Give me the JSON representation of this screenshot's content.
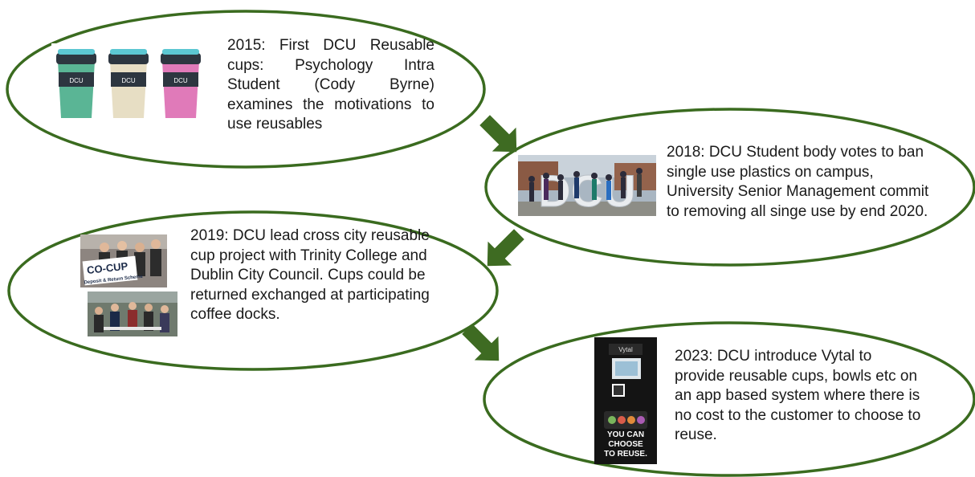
{
  "colors": {
    "ellipse_stroke": "#3a6b1f",
    "arrow_fill": "#3e6b22",
    "background": "#ffffff"
  },
  "events": [
    {
      "text": "2015: First DCU Reusable cups: Psychology Intra Student (Cody Byrne) examines the motivations to use reusables",
      "image": {
        "subject": "three DCU reusable coffee cups (teal, cream, pink)",
        "lettering": "DCU"
      }
    },
    {
      "text": "2018: DCU Student body votes to ban single use plastics on campus, University Senior Management commit to removing all singe use by end 2020.",
      "image": {
        "subject": "students jumping in front of large DCU letters",
        "lettering": "DCU"
      }
    },
    {
      "text": "2019: DCU lead cross city reusable cup project with Trinity College and Dublin City Council. Cups could be returned exchanged at participating coffee docks.",
      "image": {
        "subject": "CO-CUP launch photos: group with sign and group at a table",
        "lettering": "CO-CUP Deposit & Return Scheme"
      }
    },
    {
      "text": "2023: DCU introduce Vytal to provide reusable cups, bowls etc on an app based system where there is no cost to the customer to choose to reuse.",
      "image": {
        "subject": "Vytal return kiosk",
        "lettering": "Vytal YOU CAN CHOOSE TO REUSE."
      }
    }
  ]
}
